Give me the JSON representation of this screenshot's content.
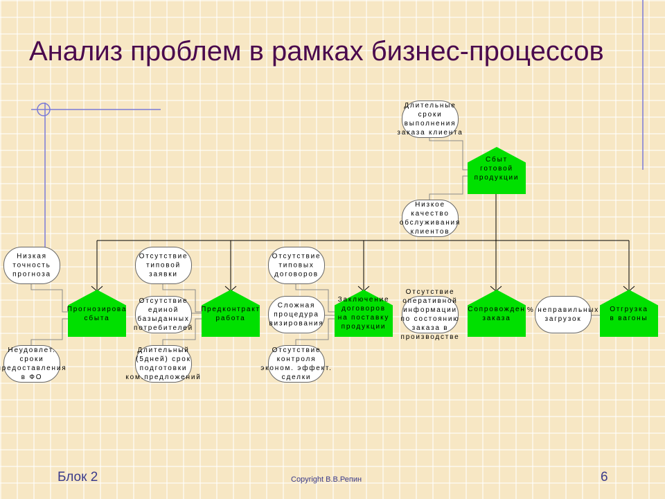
{
  "title": "Анализ проблем в рамках бизнес-процессов",
  "footer": {
    "block": "Блок 2",
    "copyright": "Copyright В.В.Репин",
    "page": "6"
  },
  "processes": {
    "sales": "Сбыт\nготовой\nпродукции",
    "forecast": "Прогнозирова\nсбыта",
    "precontract": "Предконтракт\nработа",
    "contracts": "Заключение\nдоговоров\nна поставку\nпродукции",
    "support": "Сопровожден\nзаказа",
    "shipping": "Отгрузка\nв вагоны"
  },
  "problems": {
    "long_terms": "Длительные\nсроки\nвыполнения\nзаказа клиента",
    "low_quality": "Низкое\nкачество\nобслуживания\nклиентов",
    "low_accuracy": "Низкая\nточность\nпрогноза",
    "unsatisfactory_terms": "Неудовлет.\nсроки\nпредоставления\nв ФО",
    "no_template_request": "Отсутствие\nтиповой\nзаявки",
    "no_database": "Отсутствие\nединой\nбазыданных\nпотребителей",
    "long_offer": "Длительный\n(5дней) срок\nподготовки\nком.предложений",
    "no_template_contracts": "Отсутствие\nтиповых\nдоговоров",
    "complex_approval": "Сложная\nпроцедура\nвизирования",
    "no_control": "Отсутствие\nконтроля\nэконом. эффект.\nсделки",
    "no_info": "Отсутствие\nоперативной\nинформации\nпо состоянию\nзаказа в\nпроизводстве",
    "wrong_loads": "% неправильных\nзагрузок"
  },
  "colors": {
    "process": "#00e000",
    "title": "#4a0a4e",
    "footer": "#3a3a8a"
  }
}
